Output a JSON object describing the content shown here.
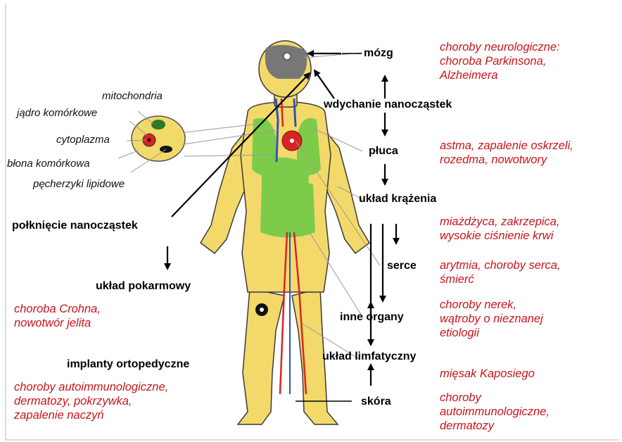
{
  "cell_labels": {
    "mitochondria": "mitochondria",
    "nucleus": "jądro komórkowe",
    "cytoplasm": "cytoplazma",
    "membrane": "błona komórkowa",
    "vesicles": "pęcherzyki lipidowe"
  },
  "routes": {
    "brain": "mózg",
    "inhalation": "wdychanie nanocząstek",
    "lungs": "płuca",
    "circulatory": "układ krążenia",
    "heart": "serce",
    "other_organs": "inne organy",
    "lymphatic": "układ limfatyczny",
    "skin": "skóra",
    "ingestion": "połknięcie nanocząstek",
    "digestive": "układ pokarmowy",
    "implants": "implanty ortopedyczne"
  },
  "diseases": {
    "brain": [
      "choroby neurologiczne:",
      "choroba Parkinsona,",
      "Alzheimera"
    ],
    "lungs": [
      "astma, zapalenie oskrzeli,",
      "rozedma, nowotwory"
    ],
    "circulatory": [
      "miażdżyca, zakrzepica,",
      "wysokie ciśnienie krwi"
    ],
    "heart": [
      "arytmia, choroby serca,",
      "śmierć"
    ],
    "other_organs": [
      "choroby nerek,",
      "wątroby o nieznanej",
      "etiologii"
    ],
    "lymphatic": [
      "mięsak Kaposiego"
    ],
    "skin": [
      "choroby",
      "autoimmunologiczne,",
      "dermatozy"
    ],
    "digestive": [
      "choroba Crohna,",
      "nowotwór jelita"
    ],
    "implants": [
      "choroby autoimmunologiczne,",
      "dermatozy, pokrzywka,",
      "zapalenie naczyń"
    ]
  },
  "colors": {
    "disease_text": "#c8141c",
    "body_fill": "#f3d96a",
    "organ_green": "#7ccc4a",
    "brain_gray": "#777777",
    "heart_red": "#d92424",
    "vessel_blue": "#2f54b8"
  }
}
